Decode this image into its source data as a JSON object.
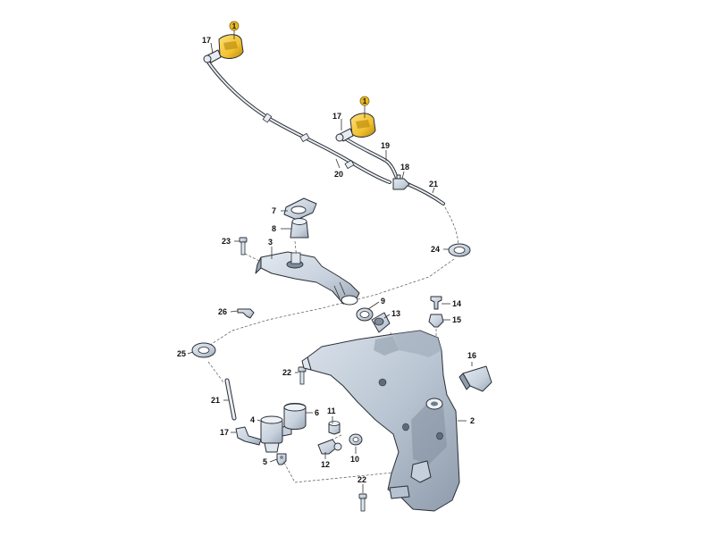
{
  "diagram": {
    "callouts": [
      {
        "id": "c1a",
        "text": "1",
        "highlight": true
      },
      {
        "id": "c1b",
        "text": "1",
        "highlight": true
      },
      {
        "id": "c17a",
        "text": "17"
      },
      {
        "id": "c17b",
        "text": "17"
      },
      {
        "id": "c17c",
        "text": "17"
      },
      {
        "id": "c19",
        "text": "19"
      },
      {
        "id": "c18",
        "text": "18"
      },
      {
        "id": "c20",
        "text": "20"
      },
      {
        "id": "c21a",
        "text": "21"
      },
      {
        "id": "c21b",
        "text": "21"
      },
      {
        "id": "c7",
        "text": "7"
      },
      {
        "id": "c8",
        "text": "8"
      },
      {
        "id": "c23",
        "text": "23"
      },
      {
        "id": "c3",
        "text": "3"
      },
      {
        "id": "c24",
        "text": "24"
      },
      {
        "id": "c9",
        "text": "9"
      },
      {
        "id": "c13",
        "text": "13"
      },
      {
        "id": "c14",
        "text": "14"
      },
      {
        "id": "c15",
        "text": "15"
      },
      {
        "id": "c26",
        "text": "26"
      },
      {
        "id": "c25",
        "text": "25"
      },
      {
        "id": "c16",
        "text": "16"
      },
      {
        "id": "c22a",
        "text": "22"
      },
      {
        "id": "c22b",
        "text": "22"
      },
      {
        "id": "c2",
        "text": "2"
      },
      {
        "id": "c6",
        "text": "6"
      },
      {
        "id": "c4",
        "text": "4"
      },
      {
        "id": "c11",
        "text": "11"
      },
      {
        "id": "c5",
        "text": "5"
      },
      {
        "id": "c12",
        "text": "12"
      },
      {
        "id": "c10",
        "text": "10"
      }
    ],
    "colors": {
      "part_fill": "#cfd8e3",
      "part_dark": "#8f9cab",
      "part_stroke": "#2a2f36",
      "highlight_fill": "#f2c230",
      "highlight_dark": "#b8860b",
      "callout_highlight": "#e8b824"
    }
  }
}
